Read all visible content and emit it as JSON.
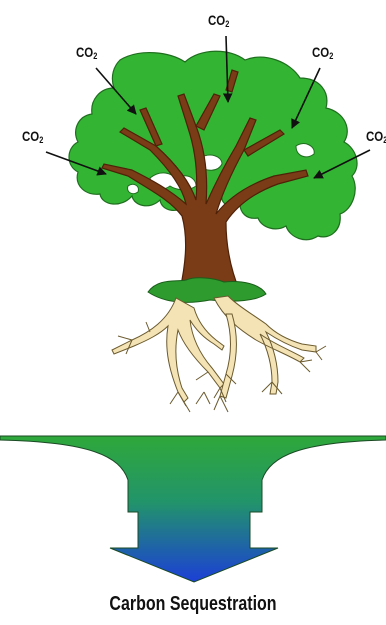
{
  "labels": {
    "co2_top": {
      "base": "CO",
      "sub": "2"
    },
    "co2_upper_left": {
      "base": "CO",
      "sub": "2"
    },
    "co2_upper_right": {
      "base": "CO",
      "sub": "2"
    },
    "co2_left": {
      "base": "CO",
      "sub": "2"
    },
    "co2_right": {
      "base": "CO",
      "sub": "2"
    }
  },
  "caption": "Carbon Sequestration",
  "colors": {
    "foliage": "#33b533",
    "foliage_dark": "#1f7a1f",
    "trunk": "#7a3b17",
    "trunk_dark": "#4e2208",
    "roots": "#f3e3b5",
    "roots_outline": "#6b5a2e",
    "grass": "#2e9b2e",
    "arrow_top": "#2fa83a",
    "arrow_bottom": "#1c3fd6"
  }
}
